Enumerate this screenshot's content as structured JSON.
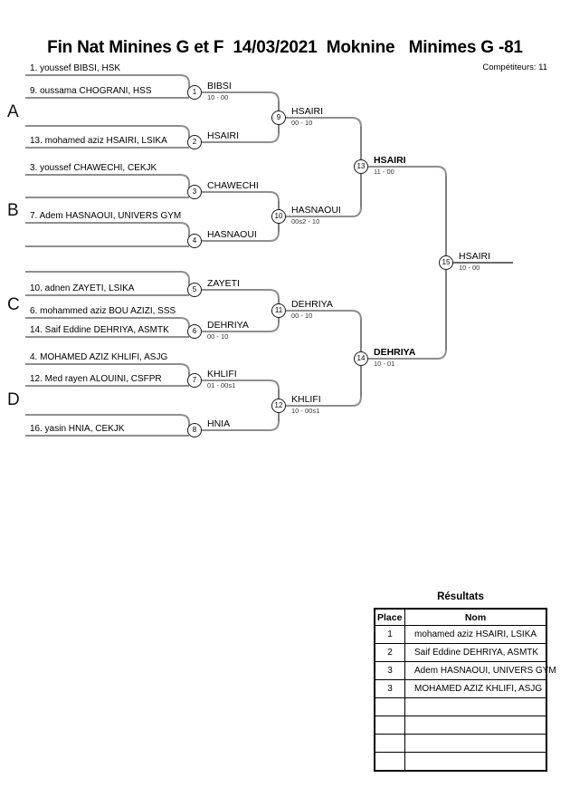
{
  "header": {
    "title": "Fin Nat Minines G et F  14/03/2021  Moknine   Minimes G -81",
    "competitors": "Compétiteurs: 11"
  },
  "pools": [
    "A",
    "B",
    "C",
    "D"
  ],
  "entries": [
    "1. youssef BIBSI, HSK",
    "9. oussama CHOGRANI, HSS",
    "",
    "13. mohamed aziz HSAIRI, LSIKA",
    "3. youssef CHAWECHI, CEKJK",
    "",
    "7. Adem HASNAOUI, UNIVERS GYM",
    "",
    "",
    "10. adnen ZAYETI, LSIKA",
    "6. mohammed aziz BOU AZIZI, SSS",
    "14. Saif Eddine DEHRIYA, ASMTK",
    "4. MOHAMED AZIZ KHLIFI, ASJG",
    "12. Med rayen ALOUINI, CSFPR",
    "",
    "16. yasin HNIA, CEKJK"
  ],
  "matches": [
    {
      "num": "1",
      "winner": "BIBSI",
      "score": "10 - 00"
    },
    {
      "num": "2",
      "winner": "HSAIRI",
      "score": ""
    },
    {
      "num": "3",
      "winner": "CHAWECHI",
      "score": ""
    },
    {
      "num": "4",
      "winner": "HASNAOUI",
      "score": ""
    },
    {
      "num": "5",
      "winner": "ZAYETI",
      "score": ""
    },
    {
      "num": "6",
      "winner": "DEHRIYA",
      "score": "00 - 10"
    },
    {
      "num": "7",
      "winner": "KHLIFI",
      "score": "01 - 00s1"
    },
    {
      "num": "8",
      "winner": "HNIA",
      "score": ""
    },
    {
      "num": "9",
      "winner": "HSAIRI",
      "score": "00 - 10"
    },
    {
      "num": "10",
      "winner": "HASNAOUI",
      "score": "00s2 - 10"
    },
    {
      "num": "11",
      "winner": "DEHRIYA",
      "score": "00 - 10"
    },
    {
      "num": "12",
      "winner": "KHLIFI",
      "score": "10 - 00s1"
    },
    {
      "num": "13",
      "winner": "HSAIRI",
      "score": "11 - 00"
    },
    {
      "num": "14",
      "winner": "DEHRIYA",
      "score": "10 - 01"
    },
    {
      "num": "15",
      "winner": "HSAIRI",
      "score": "10 - 00"
    }
  ],
  "results": {
    "title": "Résultats",
    "columns": [
      "Place",
      "Nom"
    ],
    "rows": [
      [
        "1",
        "mohamed aziz HSAIRI, LSIKA"
      ],
      [
        "2",
        "Saif Eddine DEHRIYA, ASMTK"
      ],
      [
        "3",
        "Adem HASNAOUI, UNIVERS GYM"
      ],
      [
        "3",
        "MOHAMED AZIZ KHLIFI, ASJG"
      ],
      [
        "",
        ""
      ],
      [
        "",
        ""
      ],
      [
        "",
        ""
      ],
      [
        "",
        ""
      ]
    ]
  },
  "colors": {
    "entry_line": "#8f8f8f",
    "connector_line": "#3a3a3a",
    "text": "#000000"
  }
}
